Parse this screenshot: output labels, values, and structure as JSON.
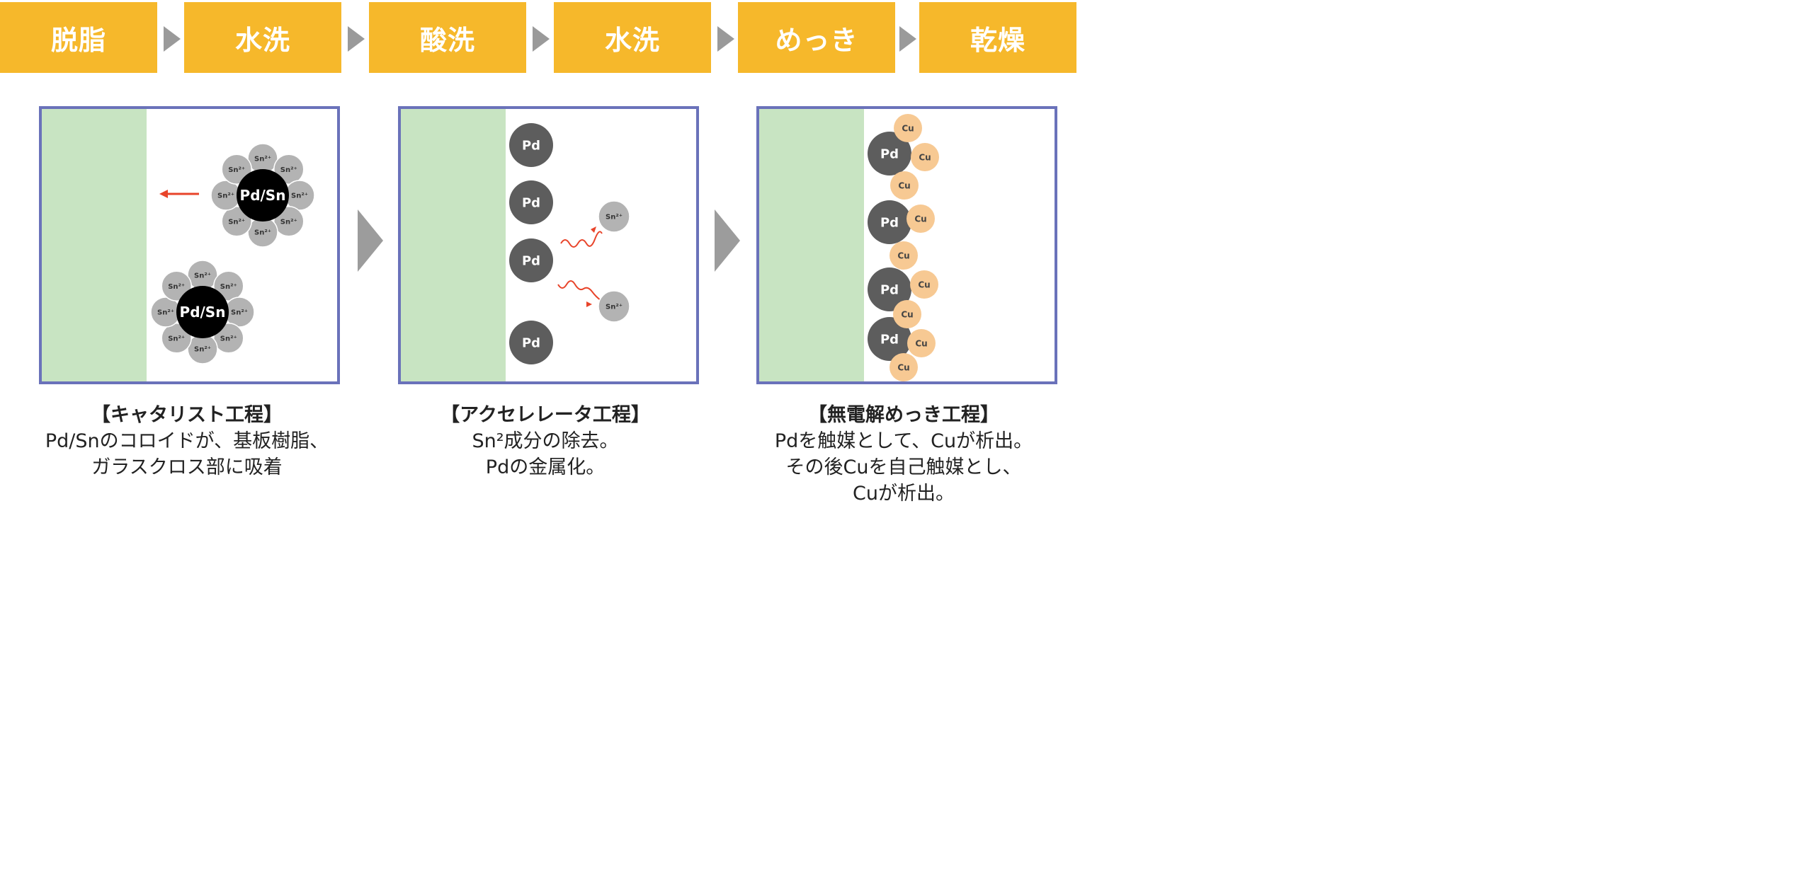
{
  "steps": [
    {
      "label": "脱脂"
    },
    {
      "label": "水洗"
    },
    {
      "label": "酸洗"
    },
    {
      "label": "水洗"
    },
    {
      "label": "めっき"
    },
    {
      "label": "乾燥"
    }
  ],
  "panels": [
    {
      "particles": {
        "core": "Pd/Sn",
        "ion": "Sn²⁺"
      },
      "caption": {
        "title": "【キャタリスト工程】",
        "lines": [
          "Pd/Snのコロイドが、基板樹脂、",
          "ガラスクロス部に吸着"
        ]
      }
    },
    {
      "particles": {
        "pd": "Pd",
        "ion": "Sn²⁺"
      },
      "caption": {
        "title": "【アクセレレータ工程】",
        "lines": [
          "Sn²成分の除去。",
          "Pdの金属化。"
        ]
      }
    },
    {
      "particles": {
        "pd": "Pd",
        "cu": "Cu"
      },
      "caption": {
        "title": "【無電解めっき工程】",
        "lines": [
          "Pdを触媒として、Cuが析出。",
          "その後Cuを自己触媒とし、",
          "Cuが析出。"
        ]
      }
    }
  ],
  "colors": {
    "step_bg": "#f6b82b",
    "step_text": "#ffffff",
    "arrow": "#9a9a9a",
    "panel_border": "#6a72ba",
    "substrate": "#c8e4c2",
    "pd_sphere": "#5d5d5d",
    "ion_sphere": "#b3b3b3",
    "cu_sphere": "#f7c993",
    "core_sphere": "#000000",
    "motion_arrow": "#e8442a"
  },
  "icons": [
    "chevron-right-icon",
    "left-arrow-icon",
    "wavy-arrow-icon"
  ]
}
